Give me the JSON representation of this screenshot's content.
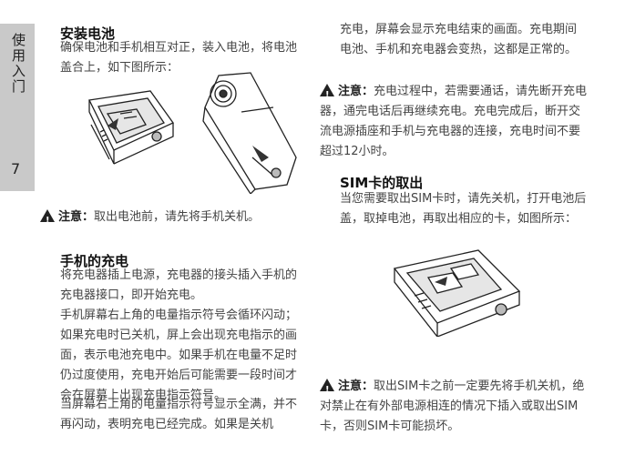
{
  "side": {
    "section": "使用入门",
    "page": "7"
  },
  "left": {
    "h1": "安装电池",
    "p1": "确保电池和手机相互对正，装入电池，将电池盖合上，如下图所示：",
    "note1_label": "注意：",
    "note1_text": "取出电池前，请先将手机关机。",
    "h2": "手机的充电",
    "p2": "将充电器插上电源，充电器的接头插入手机的充电器接口，即开始充电。",
    "p3": "手机屏幕右上角的电量指示符号会循环闪动；如果充电时已关机，屏上会出现充电指示的画面，表示电池充电中。如果手机在电量不足时仍过度使用，充电开始后可能需要一段时间才会在屏幕上出现充电指示符号。",
    "p4": "当屏幕右上角的电量指示符号显示全满，并不再闪动，表明充电已经完成。如果是关机"
  },
  "right": {
    "p1": "充电，屏幕会显示充电结束的画面。充电期间电池、手机和充电器会变热，这都是正常的。",
    "note2_label": "注意：",
    "note2_text": "充电过程中，若需要通话，请先断开充电器，通完电话后再继续充电。充电完成后，断开交流电源插座和手机与充电器的连接，充电时间不要超过12小时。",
    "h3": "SIM卡的取出",
    "p2": "当您需要取出SIM卡时，请先关机，打开电池后盖，取掉电池，再取出相应的卡，如图所示：",
    "note3_label": "注意：",
    "note3_text": "取出SIM卡之前一定要先将手机关机，绝对禁止在有外部电源相连的情况下插入或取出SIM卡，否则SIM卡可能损坏。"
  }
}
